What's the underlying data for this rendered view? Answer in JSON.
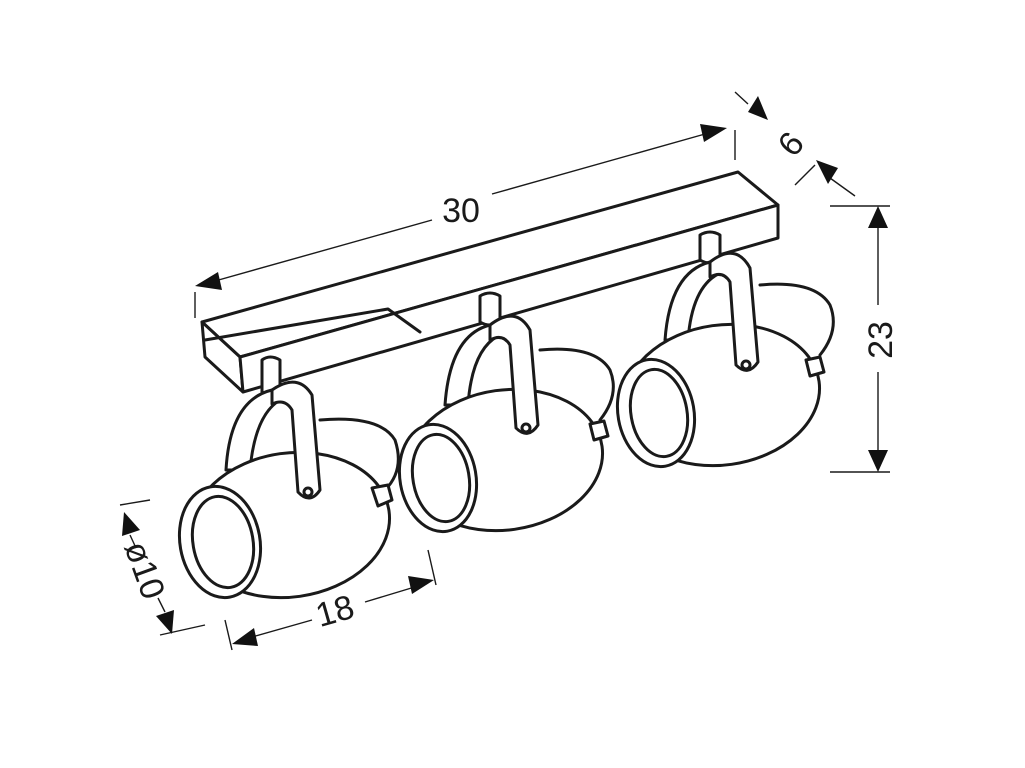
{
  "dimensions": {
    "length": "30",
    "depth": "6",
    "height": "23",
    "diameter": "ø10",
    "spot_length": "18"
  },
  "colors": {
    "line": "#1a1a1a",
    "background": "#ffffff"
  }
}
